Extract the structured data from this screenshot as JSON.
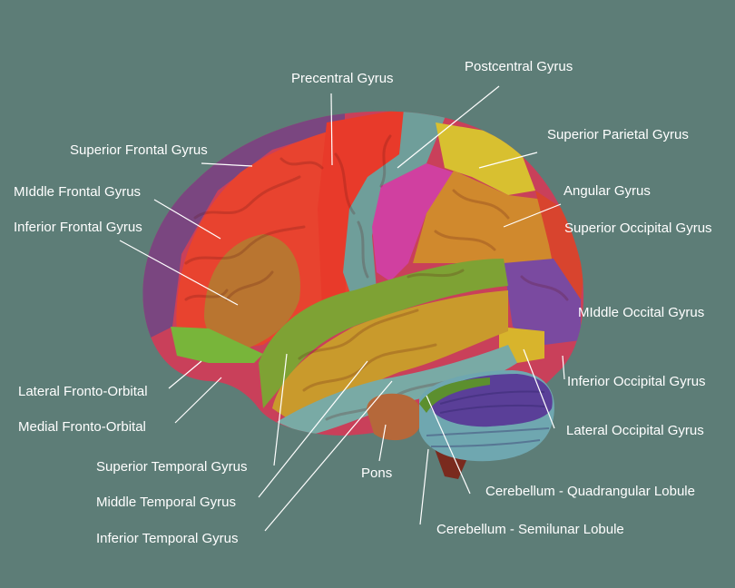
{
  "colors": {
    "background": "#5d7d77",
    "frontal_red": "#e8432f",
    "frontal_purple": "#7a4680",
    "frontal_pink": "#c9405a",
    "pars_brown": "#b97530",
    "orbital_green": "#78b53a",
    "precentral_red": "#e83a2a",
    "postcentral_teal": "#6f9e9a",
    "sup_parietal_yellow": "#d8c030",
    "supramarginal_magenta": "#d040a0",
    "angular_orange": "#d0892d",
    "sup_occipital_red": "#d8442e",
    "occipital_purple": "#7a4aa0",
    "lateral_occipital_yellow": "#d8b42c",
    "sup_temporal_olive": "#7ea234",
    "mid_temporal_ochre": "#c99a2c",
    "inf_temporal_teal": "#79aaa5",
    "cerebellum_quad_purple": "#5a3f98",
    "cerebellum_semi_teal": "#6fa7b0",
    "cerebellum_green": "#5c8f2e",
    "pons_brown": "#b5683a",
    "stem_dark": "#7a2a1e",
    "leader_line": "#ffffff",
    "label_text": "#ffffff"
  },
  "labels": {
    "precentral": "Precentral Gyrus",
    "postcentral": "Postcentral Gyrus",
    "superior_frontal": "Superior Frontal Gyrus",
    "superior_parietal": "Superior Parietal Gyrus",
    "middle_frontal": "MIddle Frontal Gyrus",
    "angular": "Angular Gyrus",
    "inferior_frontal": "Inferior Frontal Gyrus",
    "superior_occipital": "Superior Occipital Gyrus",
    "middle_occipital": "MIddle Occital Gyrus",
    "inferior_occipital": "Inferior Occipital Gyrus",
    "lateral_fronto_orbital": "Lateral Fronto-Orbital",
    "lateral_occipital": "Lateral Occipital Gyrus",
    "medial_fronto_orbital": "Medial Fronto-Orbital",
    "superior_temporal": "Superior Temporal Gyrus",
    "pons": "Pons",
    "cerebellum_quadrangular": "Cerebellum - Quadrangular Lobule",
    "middle_temporal": "Middle Temporal Gyrus",
    "cerebellum_semilunar": "Cerebellum - Semilunar Lobule",
    "inferior_temporal": "Inferior Temporal Gyrus"
  }
}
